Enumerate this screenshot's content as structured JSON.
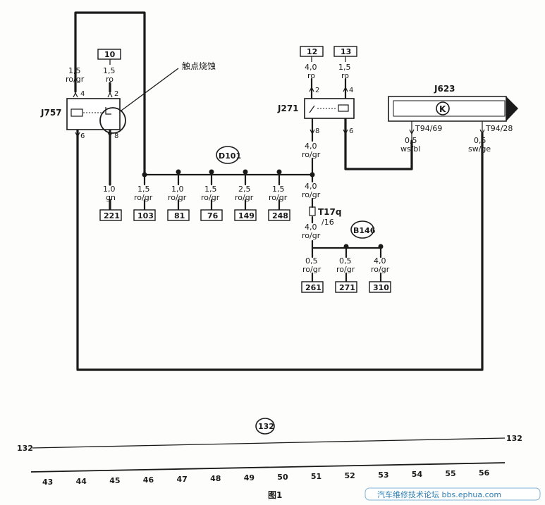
{
  "figure_caption": "图1",
  "annotation": "触点烧蚀",
  "watermark": "汽车维修技术论坛 bbs.ephua.com",
  "components": {
    "j757": "J757",
    "j271": "J271",
    "j623": "J623",
    "j623_symbol": "K",
    "d101": "D101",
    "b146": "B146",
    "t17q": "T17q",
    "t17q_pin": "/16",
    "t94_69": "T94/69",
    "t94_28": "T94/28",
    "bus": "132"
  },
  "pins": {
    "j757_top_left": "4",
    "j757_top_right": "2",
    "j757_bottom_left": "6",
    "j757_bottom_right": "8",
    "j271_top_left": "2",
    "j271_top_right": "4",
    "j271_bottom_left": "8",
    "j271_bottom_right": "6"
  },
  "wires": {
    "j757_left": {
      "size": "1,5",
      "color": "ro/gr"
    },
    "j757_right": {
      "size": "1,5",
      "color": "ro"
    },
    "j757_out": {
      "size": "1,0",
      "color": "gn"
    },
    "j271_left": {
      "size": "4,0",
      "color": "ro"
    },
    "j271_right": {
      "size": "1,5",
      "color": "ro"
    },
    "j271_out": {
      "size": "4,0",
      "color": "ro/gr"
    },
    "t94_69": {
      "size": "0,5",
      "color": "ws/bl"
    },
    "t94_28": {
      "size": "0,5",
      "color": "sw/ge"
    },
    "j271_to_t17": {
      "size": "4,0",
      "color": "ro/gr"
    },
    "t17_to_b146": {
      "size": "4,0",
      "color": "ro/gr"
    }
  },
  "top_refs": {
    "j757": "10",
    "j271_left": "12",
    "j271_right": "13"
  },
  "bottom_refs": [
    {
      "size": "1,0",
      "color": "gn",
      "ref": "221"
    },
    {
      "size": "1,5",
      "color": "ro/gr",
      "ref": "103"
    },
    {
      "size": "1,0",
      "color": "ro/gr",
      "ref": "81"
    },
    {
      "size": "1,5",
      "color": "ro/gr",
      "ref": "76"
    },
    {
      "size": "2,5",
      "color": "ro/gr",
      "ref": "149"
    },
    {
      "size": "1,5",
      "color": "ro/gr",
      "ref": "248"
    }
  ],
  "b146_refs": [
    {
      "size": "0,5",
      "color": "ro/gr",
      "ref": "261"
    },
    {
      "size": "0,5",
      "color": "ro/gr",
      "ref": "271"
    },
    {
      "size": "4,0",
      "color": "ro/gr",
      "ref": "310"
    }
  ],
  "bus_labels": {
    "left": "132",
    "right": "132"
  },
  "scale": [
    "43",
    "44",
    "45",
    "46",
    "47",
    "48",
    "49",
    "50",
    "51",
    "52",
    "53",
    "54",
    "55",
    "56"
  ]
}
